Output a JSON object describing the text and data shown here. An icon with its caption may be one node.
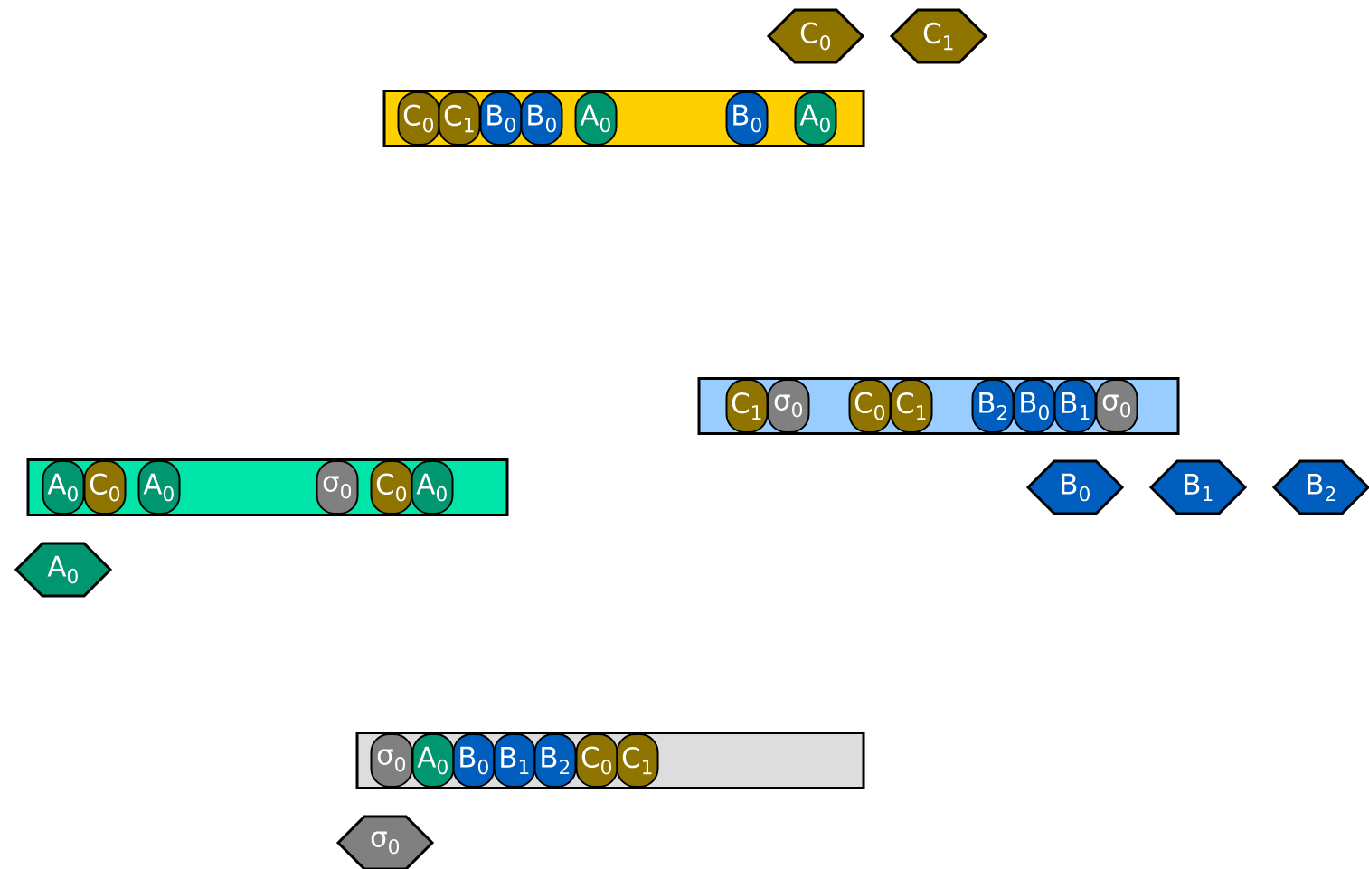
{
  "diagram": {
    "nodes": [
      {
        "text": [
          "C$_{0}$"
        ]
      },
      {
        "text": [
          "C$_{1}$"
        ]
      },
      {
        "text": [],
        "shape": "bar"
      },
      {
        "text": [
          "C$_{0}$"
        ],
        "in": 2
      },
      {
        "text": [
          "C$_{1}$"
        ],
        "in": 2
      },
      {
        "text": [
          "B$_{0}$"
        ],
        "in": 2
      },
      {
        "text": [
          "B$_{0}$"
        ],
        "in": 2
      },
      {
        "text": [
          "A$_{0}$"
        ],
        "in": 2
      },
      {
        "text": [
          "B$_{0}$"
        ],
        "in": 2
      },
      {
        "text": [
          "A$_{0}$"
        ],
        "in": 2
      },
      {
        "text": [],
        "shape": "bar"
      },
      {
        "text": [
          "C$_{1}$"
        ],
        "in": 10
      },
      {
        "text": [
          "σ$_{0}$"
        ],
        "in": 10
      },
      {
        "text": [
          "C$_{0}$"
        ],
        "in": 10
      },
      {
        "text": [
          "C$_{1}$"
        ],
        "in": 10
      },
      {
        "text": [
          "B$_{2}$"
        ],
        "in": 10
      },
      {
        "text": [
          "B$_{0}$"
        ],
        "in": 10
      },
      {
        "text": [
          "B$_{1}$"
        ],
        "in": 10
      },
      {
        "text": [
          "σ$_{0}$"
        ],
        "in": 10
      },
      {
        "text": [],
        "shape": "bar"
      },
      {
        "text": [
          "A$_{0}$"
        ],
        "in": 19
      },
      {
        "text": [
          "C$_{0}$"
        ],
        "in": 19
      },
      {
        "text": [
          "A$_{0}$"
        ],
        "in": 19
      },
      {
        "text": [
          "σ$_{0}$"
        ],
        "in": 19
      },
      {
        "text": [
          "C$_{0}$"
        ],
        "in": 19
      },
      {
        "text": [
          "A$_{0}$"
        ],
        "in": 19
      },
      {
        "text": [
          "B$_{0}$"
        ]
      },
      {
        "text": [
          "B$_{1}$"
        ]
      },
      {
        "text": [
          "B$_{2}$"
        ]
      },
      {
        "text": [
          "A$_{0}$"
        ]
      },
      {
        "text": [],
        "shape": "bar"
      },
      {
        "text": [
          "σ$_{0}$"
        ],
        "in": 30
      },
      {
        "text": [
          "A$_{0}$"
        ],
        "in": 30
      },
      {
        "text": [
          "B$_{0}$"
        ],
        "in": 30
      },
      {
        "text": [
          "B$_{1}$"
        ],
        "in": 30
      },
      {
        "text": [
          "B$_{2}$"
        ],
        "in": 30
      },
      {
        "text": [
          "C$_{0}$"
        ],
        "in": 30
      },
      {
        "text": [
          "C$_{1}$"
        ],
        "in": 30
      },
      {
        "text": [
          "σ$_{0}$"
        ]
      }
    ]
  }
}
